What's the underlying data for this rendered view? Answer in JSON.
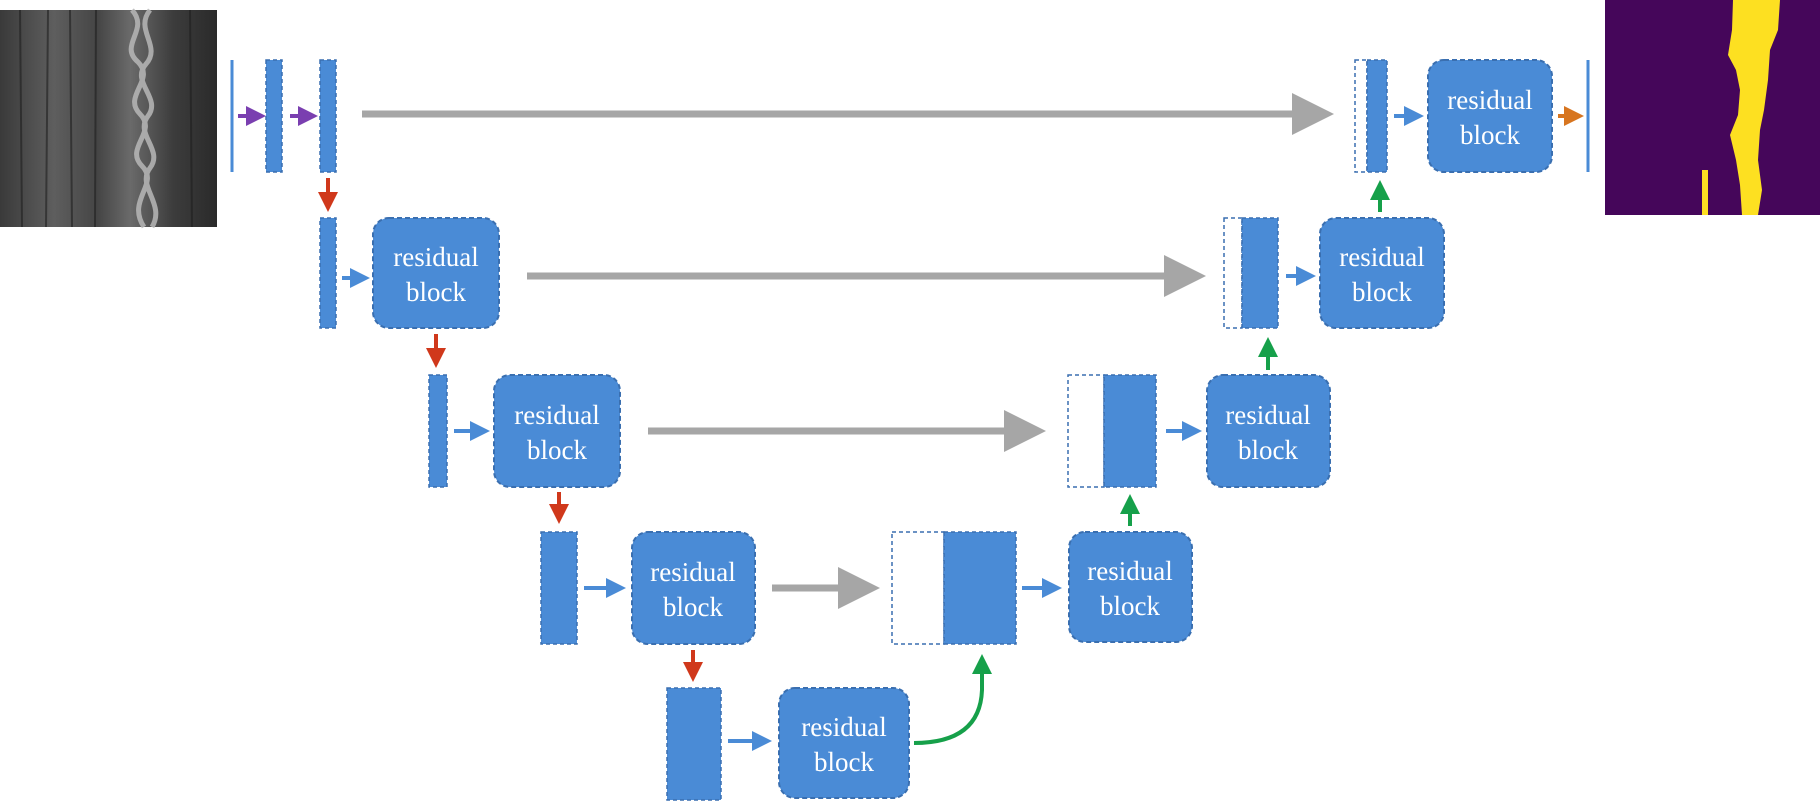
{
  "colors": {
    "block_fill": "#4a8bd6",
    "block_border": "#3a6fb0",
    "skip_arrow": "#a6a6a6",
    "down_arrow": "#d0381b",
    "up_arrow": "#16a04a",
    "flow_arrow": "#4a8bd6",
    "input_arrow": "#7a3fb0",
    "output_arrow": "#d7751f",
    "mask_background": "#45065a",
    "mask_foreground": "#fde021",
    "texture_dark": "#2a2a2a",
    "texture_light": "#8a8a8a"
  },
  "blocks": {
    "enc2": {
      "line1": "residual",
      "line2": "block"
    },
    "enc3": {
      "line1": "residual",
      "line2": "block"
    },
    "enc4": {
      "line1": "residual",
      "line2": "block"
    },
    "bottleneck": {
      "line1": "residual",
      "line2": "block"
    },
    "dec4": {
      "line1": "residual",
      "line2": "block"
    },
    "dec3": {
      "line1": "residual",
      "line2": "block"
    },
    "dec2": {
      "line1": "residual",
      "line2": "block"
    },
    "dec1": {
      "line1": "residual",
      "line2": "block"
    }
  },
  "images": {
    "input": "input-texture-image",
    "output": "segmentation-mask-image"
  }
}
